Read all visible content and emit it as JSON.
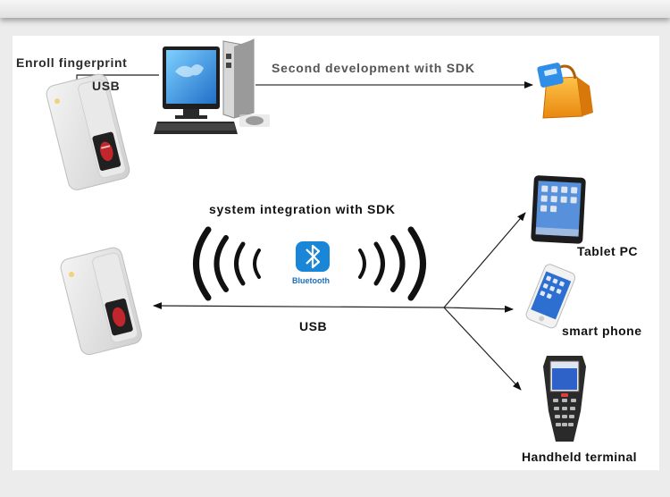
{
  "labels": {
    "enroll": "Enroll fingerprint",
    "usb_top": "USB",
    "sdk_dev": "Second development with SDK",
    "integration": "system integration with SDK",
    "bluetooth": "Bluetooth",
    "usb_bottom": "USB",
    "tablet": "Tablet PC",
    "phone": "smart phone",
    "handheld": "Handheld terminal"
  },
  "icons": {
    "scanner": "fingerprint-scanner-icon",
    "computer": "desktop-computer-icon",
    "app": "app-shopping-bag-icon",
    "bluetooth": "bluetooth-icon",
    "tablet": "tablet-icon",
    "phone": "smartphone-icon",
    "handheld": "handheld-terminal-icon"
  },
  "colors": {
    "bluetooth": "#1a86d8",
    "app_bag": "#f2a11b",
    "app_badge": "#2f8fe8",
    "text": "#2a2a2a",
    "sdk_text": "#555555"
  }
}
